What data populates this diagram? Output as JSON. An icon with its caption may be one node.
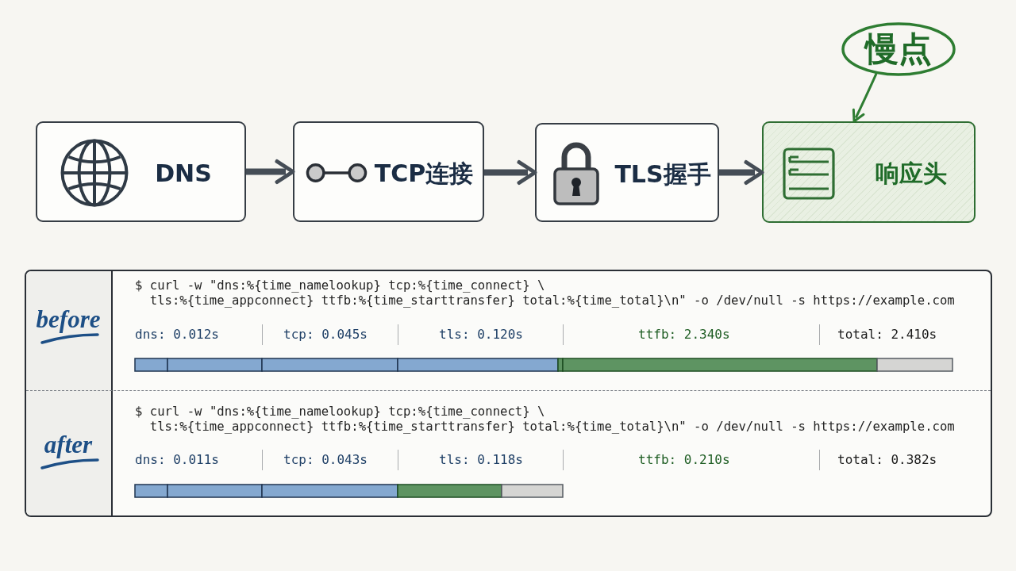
{
  "diagram": {
    "nodes": [
      {
        "text": [
          "DNS"
        ]
      },
      {
        "text": [
          "TCP连接"
        ]
      },
      {
        "text": [
          "TLS握手"
        ]
      },
      {
        "text": [
          "响应头"
        ]
      },
      {
        "text": [
          "慢点"
        ]
      }
    ],
    "edges": [
      {
        "from": 0,
        "to": 1,
        "arrow": "to"
      },
      {
        "from": 1,
        "to": 2,
        "arrow": "to"
      },
      {
        "from": 2,
        "to": 3,
        "arrow": "to"
      },
      {
        "from": 4,
        "to": 3,
        "arrow": "to",
        "color": "#2e7d32"
      }
    ],
    "labels": [
      "before",
      "$ curl -w \"dns:%{time_namelookup} tcp:%{time_connect} \\",
      "tls:%{time_appconnect} ttfb:%{time_starttransfer} total:%{time_total}\\n\" -o /dev/null -s https://example.com",
      "dns: 0.012s",
      "tcp: 0.045s",
      "tls: 0.120s",
      "ttfb: 2.340s",
      "total: 2.410s",
      "after",
      "$ curl -w \"dns:%{time_namelookup} tcp:%{time_connect} \\",
      "tls:%{time_appconnect} ttfb:%{time_starttransfer} total:%{time_total}\\n\" -o /dev/null -s https://example.com",
      "dns: 0.011s",
      "tcp: 0.043s",
      "tls: 0.118s",
      "ttfb: 0.210s",
      "total: 0.382s"
    ]
  }
}
